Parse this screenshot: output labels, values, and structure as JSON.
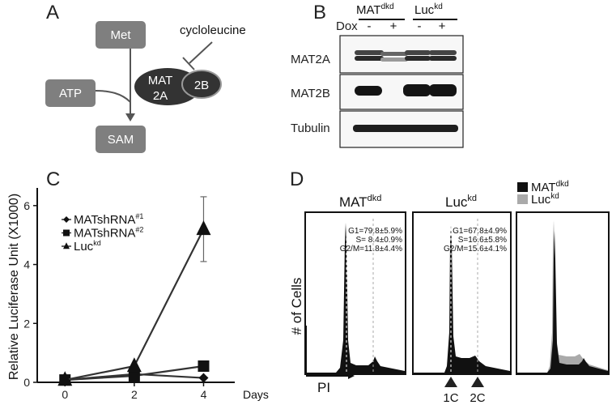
{
  "panels": {
    "A": "A",
    "B": "B",
    "C": "C",
    "D": "D"
  },
  "pathway": {
    "met": "Met",
    "atp": "ATP",
    "sam": "SAM",
    "cycloleucine": "cycloleucine",
    "mat2a_line1": "MAT",
    "mat2a_line2": "2A",
    "mat2b": "2B"
  },
  "western": {
    "group1": {
      "base": "MAT",
      "sup": "dkd"
    },
    "group2": {
      "base": "Luc",
      "sup": "kd"
    },
    "dox_label": "Dox",
    "dox": [
      "-",
      "+",
      "-",
      "+"
    ],
    "rows": [
      "MAT2A",
      "MAT2B",
      "Tubulin"
    ]
  },
  "chart_data": [
    {
      "type": "line",
      "ylabel": "Relative Luciferase Unit (X1000)",
      "xlabel": "Days",
      "x": [
        0,
        2,
        4
      ],
      "ylim": [
        0,
        6.6
      ],
      "xlim": [
        -0.8,
        4.9
      ],
      "yticks": [
        0,
        2,
        4,
        6
      ],
      "xticks": [
        0,
        2,
        4
      ],
      "series": [
        {
          "name": "MATshRNA",
          "sup": "#1",
          "marker": "diamond",
          "values": [
            0.08,
            0.28,
            0.15
          ]
        },
        {
          "name": "MATshRNA",
          "sup": "#2",
          "marker": "square",
          "values": [
            0.08,
            0.22,
            0.55
          ]
        },
        {
          "name": "Luc",
          "sup": "kd",
          "marker": "triangle",
          "values": [
            0.08,
            0.55,
            5.2
          ],
          "error": [
            0,
            0,
            1.1
          ]
        }
      ]
    },
    {
      "type": "area",
      "ylabel": "# of Cells",
      "xlabel": "PI",
      "panels": [
        {
          "title": {
            "base": "MAT",
            "sup": "dkd"
          },
          "stats": [
            "G1=79.8±5.9%",
            "S=  8.4±0.9%",
            "G2/M=11.8±4.4%"
          ]
        },
        {
          "title": {
            "base": "Luc",
            "sup": "kd"
          },
          "stats": [
            "G1=67.8±4.9%",
            "S=16.6±5.8%",
            "G2/M=15.6±4.1%"
          ]
        },
        {
          "title": null,
          "stats": []
        }
      ],
      "legend": [
        {
          "base": "MAT",
          "sup": "dkd",
          "color": "#111111"
        },
        {
          "base": "Luc",
          "sup": "kd",
          "color": "#aaaaaa"
        }
      ],
      "markers": [
        "1C",
        "2C"
      ]
    }
  ]
}
